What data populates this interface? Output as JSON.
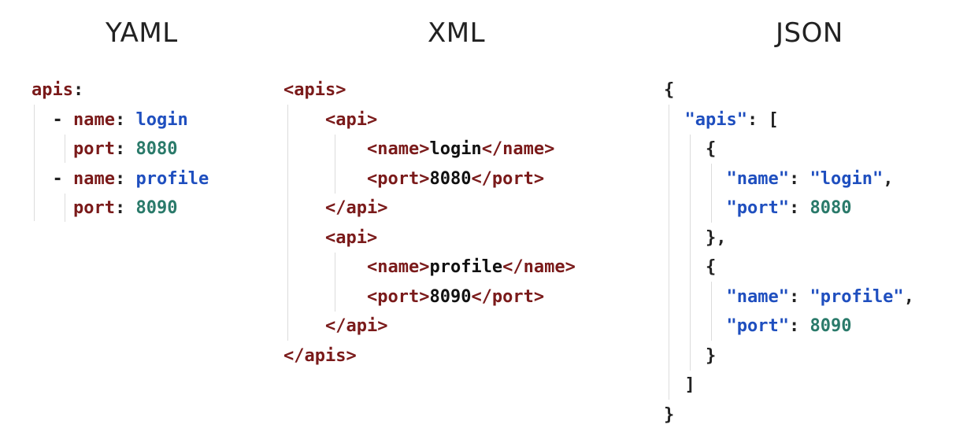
{
  "titles": {
    "yaml": "YAML",
    "xml": "XML",
    "json": "JSON"
  },
  "yaml": {
    "root_key": "apis",
    "items": [
      {
        "name": "login",
        "port": "8080"
      },
      {
        "name": "profile",
        "port": "8090"
      }
    ],
    "labels": {
      "name": "name",
      "port": "port",
      "dash": "-",
      "colon": ":"
    }
  },
  "xml": {
    "lines": [
      "<apis>",
      "<api>",
      "<name>",
      "login",
      "</name>",
      "<port>",
      "8080",
      "</port>",
      "</api>",
      "<api>",
      "<name>",
      "profile",
      "</name>",
      "<port>",
      "8090",
      "</port>",
      "</api>",
      "</apis>"
    ]
  },
  "json": {
    "open_brace": "{",
    "apis_key": "\"apis\"",
    "colon": ":",
    "open_bracket": "[",
    "items": [
      {
        "open": "{",
        "name_key": "\"name\"",
        "name_val": "\"login\"",
        "port_key": "\"port\"",
        "port_val": "8080",
        "close": "},"
      },
      {
        "open": "{",
        "name_key": "\"name\"",
        "name_val": "\"profile\"",
        "port_key": "\"port\"",
        "port_val": "8090",
        "close": "}"
      }
    ],
    "comma": ",",
    "close_bracket": "]",
    "close_brace": "}"
  },
  "colors": {
    "key": "#7a1a1a",
    "string": "#1f4fbf",
    "number": "#2a7a6a",
    "guide": "#dcdcdc"
  }
}
